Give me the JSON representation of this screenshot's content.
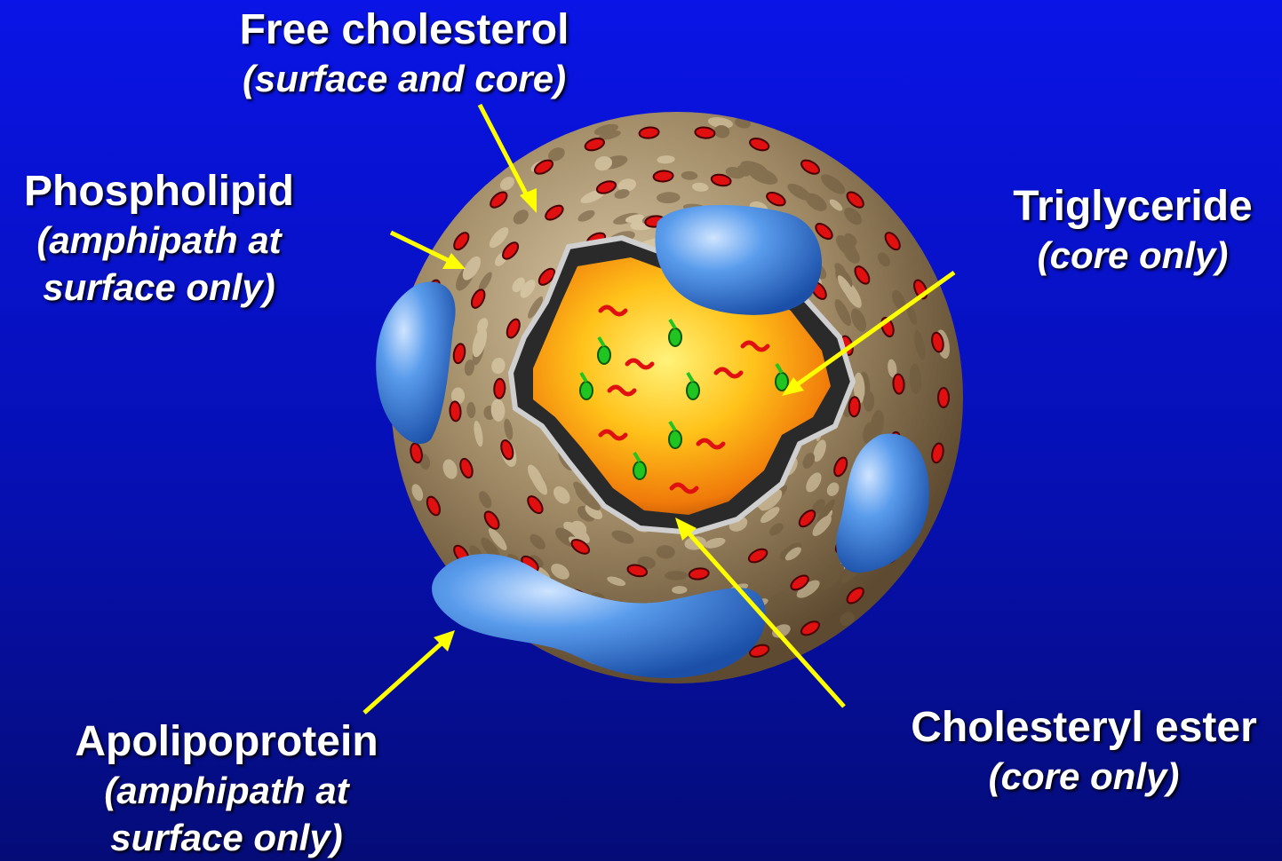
{
  "labels": {
    "free_cholesterol": {
      "title": "Free cholesterol",
      "sub": "(surface and core)"
    },
    "phospholipid": {
      "title": "Phospholipid",
      "sub1": "(amphipath at",
      "sub2": "surface only)"
    },
    "triglyceride": {
      "title": "Triglyceride",
      "sub": "(core only)"
    },
    "apolipoprotein": {
      "title": "Apolipoprotein",
      "sub1": "(amphipath at",
      "sub2": "surface only)"
    },
    "cholesteryl_ester": {
      "title": "Cholesteryl ester",
      "sub": "(core only)"
    }
  },
  "colors": {
    "background_top": "#0a14e6",
    "background_bottom": "#050c78",
    "arrow": "#ffff00",
    "shell": "#a08a66",
    "core": "#ffc21a",
    "apoprotein": "#4a8ee0",
    "cholesterol_marks": "#e01010",
    "ester_marks": "#22c422"
  }
}
